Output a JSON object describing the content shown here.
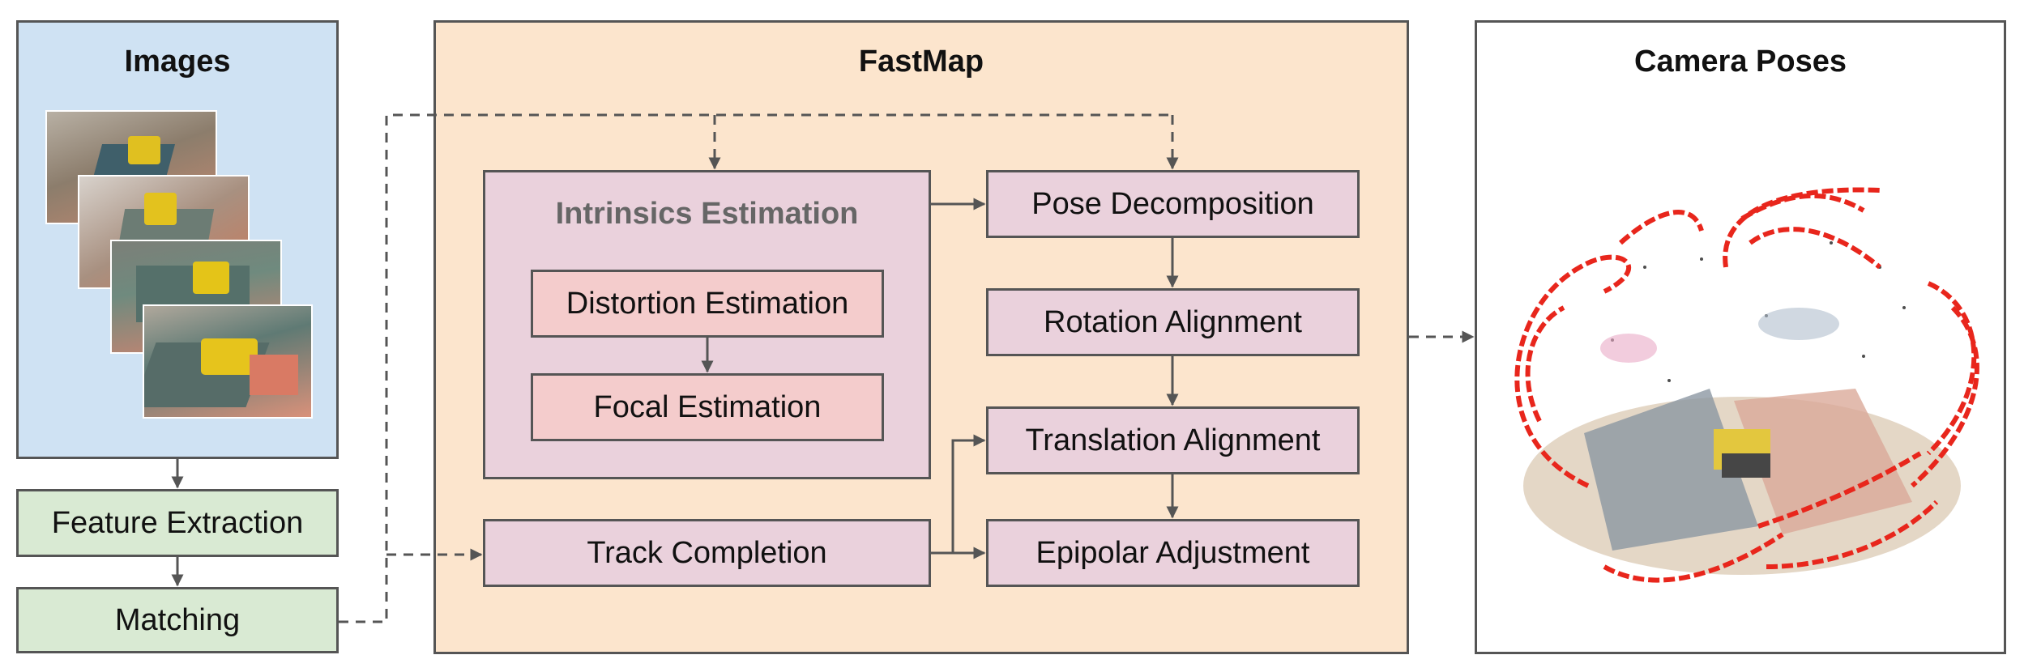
{
  "images_panel": {
    "title": "Images"
  },
  "fastmap_panel": {
    "title": "FastMap"
  },
  "poses_panel": {
    "title": "Camera Poses"
  },
  "boxes": {
    "feature_extraction": "Feature Extraction",
    "matching": "Matching",
    "intrinsics_estimation": "Intrinsics Estimation",
    "distortion_estimation": "Distortion Estimation",
    "focal_estimation": "Focal Estimation",
    "track_completion": "Track Completion",
    "pose_decomposition": "Pose Decomposition",
    "rotation_alignment": "Rotation Alignment",
    "translation_alignment": "Translation Alignment",
    "epipolar_adjustment": "Epipolar Adjustment"
  },
  "colors": {
    "images_bg": "#cfe2f3",
    "fastmap_bg": "#fce5cd",
    "process_box": "#ead1dc",
    "sub_box": "#f4cccc",
    "input_box": "#d9ead3",
    "camera_frustum": "#e8261c",
    "intrinsics_title": "#666666"
  }
}
